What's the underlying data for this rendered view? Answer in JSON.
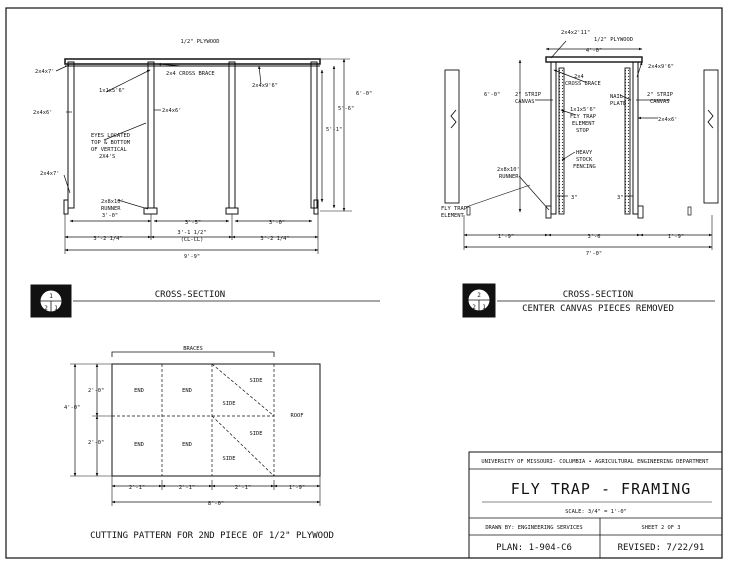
{
  "cs1": {
    "plywood": "1/2\" PLYWOOD",
    "cross_brace": "2x4 CROSS BRACE",
    "l_2x4x7": "2x4x7'",
    "l_1x1": "1x1x5'6\"",
    "l_2x4x9": "2x4x9'6\"",
    "l_2x4x6a": "2x4x6'",
    "l_2x4x6b": "2x4x6'",
    "eyes": [
      "EYES LOCATED",
      "TOP & BOTTOM",
      "OF VERTICAL",
      "2X4'S"
    ],
    "l_2x4x7b": "2x4x7'",
    "runner": [
      "2x8x10'",
      "RUNNER"
    ],
    "d_6": "6'-0\"",
    "d_5_6": "5'-6\"",
    "d_5_1": "5'-1\"",
    "d_3_0": "3'-0\"",
    "d_3_5": "3'-5\"",
    "d_3_0b": "3'-0\"",
    "d_3_2a": "3'-2 1/4\"",
    "d_cl": "3'-1 1/2\"",
    "d_clcl": "(CL-CL)",
    "d_3_2b": "3'-2 1/4\"",
    "d_9_9": "9'-9\""
  },
  "cs2": {
    "top": "2x4x2'11\"",
    "plywood": "1/2\" PLYWOOD",
    "d_4_0": "4'-0\"",
    "d_6": "6'-0\"",
    "l_2x4x9": "2x4x9'6\"",
    "brace": [
      "2x4",
      "CROSS BRACE"
    ],
    "strip_l": [
      "2\" STRIP",
      "CANVAS"
    ],
    "nail": [
      "NAIL",
      "PLATE"
    ],
    "strip_r": [
      "2\" STRIP",
      "CANVAS"
    ],
    "l_1x1": [
      "1x1x5'6\"",
      "FLY TRAP",
      "ELEMENT",
      "STOP"
    ],
    "l_2x4x6": "2x4x6'",
    "fencing": [
      "HEAVY",
      "STOCK",
      "FENCING"
    ],
    "runner": [
      "2x8x10'",
      "RUNNER"
    ],
    "d3a": "3\"",
    "d3b": "3\"",
    "element": [
      "FLY TRAP",
      "ELEMENT"
    ],
    "d_1_9a": "1'-9\"",
    "d_3_6": "3'-6",
    "d_1_9b": "1'-9\"",
    "d_7_0": "7'-0\""
  },
  "titles": {
    "s1": "CROSS-SECTION",
    "s2a": "CROSS-SECTION",
    "s2b": "CENTER CANVAS PIECES REMOVED",
    "n1": "1",
    "n2": "2",
    "n2a": "2",
    "n1a": "1",
    "n2b": "2",
    "n2c": "2",
    "n1b": "1"
  },
  "cut": {
    "braces": "BRACES",
    "end1": "END",
    "end2": "END",
    "end3": "END",
    "end4": "END",
    "side1": "SIDE",
    "side2": "SIDE",
    "side3": "SIDE",
    "side4": "SIDE",
    "roof": "ROOF",
    "h1": "2'-0\"",
    "h2": "2'-0\"",
    "h4": "4'-0\"",
    "w1": "2'-1\"",
    "w2": "2'-1\"",
    "w3": "2'-1\"",
    "w4": "1'-9\"",
    "w8": "8'-0\"",
    "caption": "CUTTING PATTERN FOR 2ND PIECE OF 1/2\" PLYWOOD"
  },
  "block": {
    "univ": "UNIVERSITY OF MISSOURI- COLUMBIA • AGRICULTURAL ENGINEERING DEPARTMENT",
    "title": "FLY TRAP - FRAMING",
    "scale": "SCALE: 3/4\" = 1'-0\"",
    "drawn": "DRAWN BY: ENGINEERING SERVICES",
    "sheet": "SHEET 2 OF 3",
    "plan": "PLAN: 1-904-C6",
    "revised": "REVISED: 7/22/91"
  }
}
